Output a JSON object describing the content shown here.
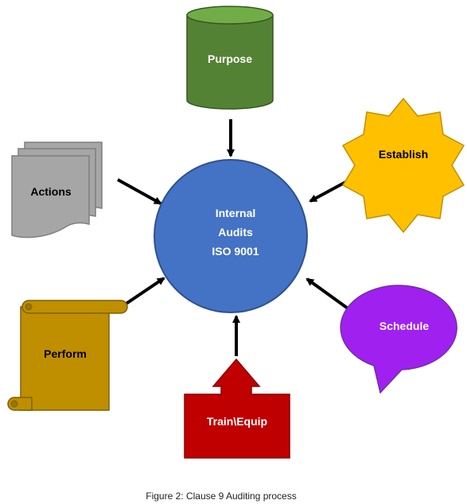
{
  "diagram": {
    "center": {
      "lines": [
        "Internal",
        "Audits",
        "ISO 9001"
      ],
      "color": "#4472C4"
    },
    "nodes": {
      "purpose": {
        "label": "Purpose",
        "shape": "cylinder",
        "color": "#548235"
      },
      "establish": {
        "label": "Establish",
        "shape": "star-burst",
        "color": "#FFC000"
      },
      "actions": {
        "label": "Actions",
        "shape": "multi-document",
        "color": "#A6A6A6"
      },
      "schedule": {
        "label": "Schedule",
        "shape": "speech-bubble",
        "color": "#A020F0"
      },
      "perform": {
        "label": "Perform",
        "shape": "scroll",
        "color": "#BF8F00"
      },
      "train": {
        "label": "Train\\Equip",
        "shape": "up-arrow-callout",
        "color": "#C00000"
      }
    },
    "arrow_color": "#000000"
  },
  "caption": "Figure 2: Clause 9 Auditing process"
}
